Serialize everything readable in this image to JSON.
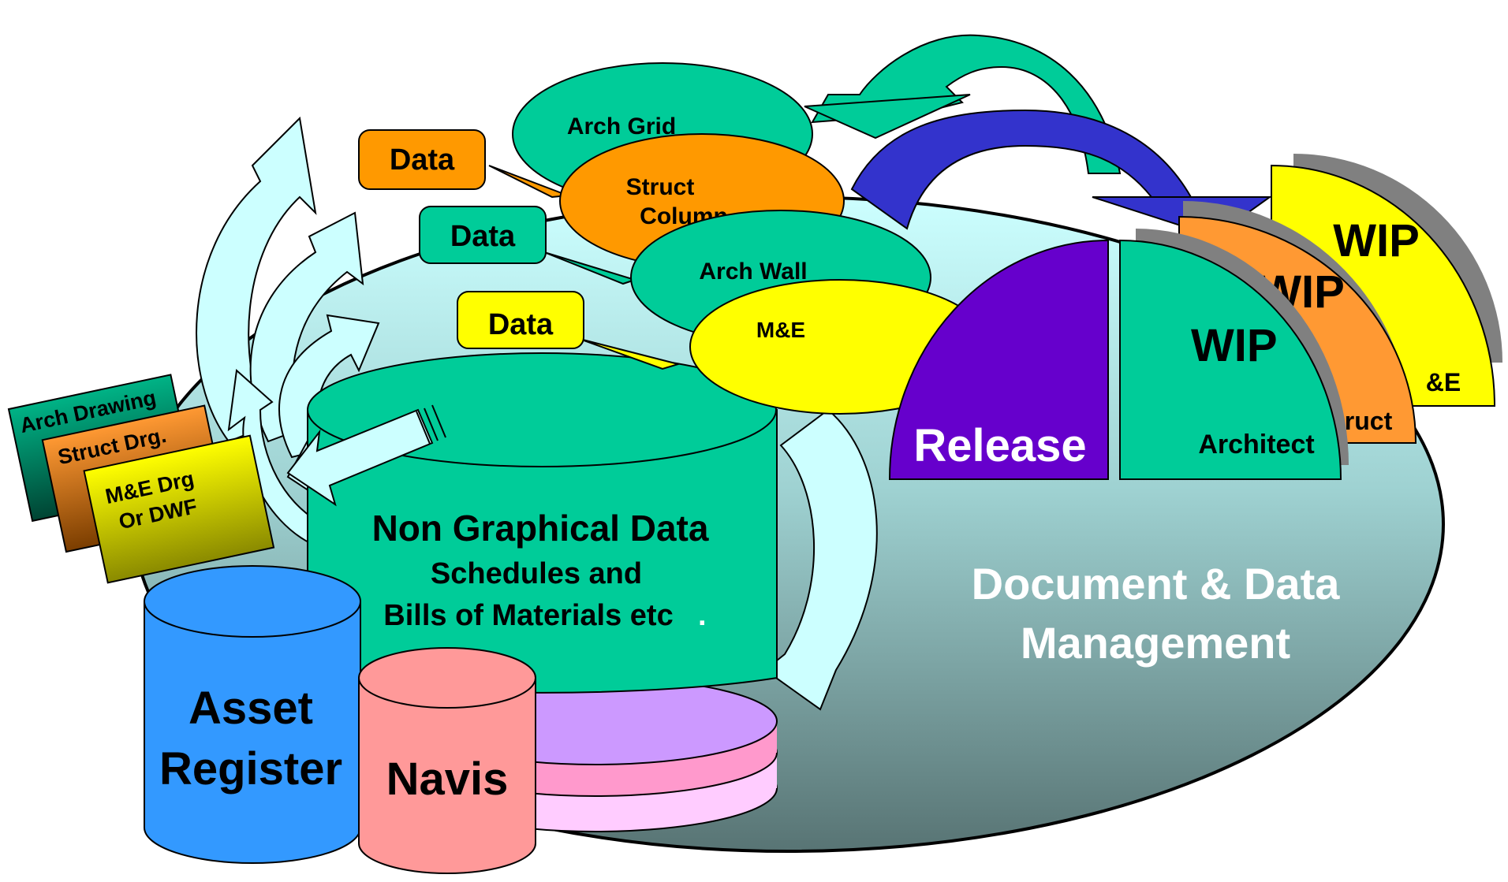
{
  "labels": {
    "arch_grid": "Arch Grid",
    "struct_column_line1": "Struct",
    "struct_column_line2": "Column",
    "arch_wall": "Arch Wall",
    "mande_layer": "M&E",
    "data_1": "Data",
    "data_2": "Data",
    "data_3": "Data",
    "arch_drawing": "Arch Drawing",
    "struct_drg": "Struct Drg.",
    "mande_drg_line1": "M&E Drg",
    "mande_drg_line2": "Or DWF",
    "ngd_title": "Non Graphical Data",
    "ngd_line2": "Schedules and",
    "ngd_line3": "Bills of Materials etc",
    "ngd_dot": ".",
    "asset_line1": "Asset",
    "asset_line2": "Register",
    "navis": "Navis",
    "release": "Release",
    "wip_architect": "WIP",
    "architect": "Architect",
    "wip_struct": "WIP",
    "struct": "ruct",
    "wip_mande": "WIP",
    "mande": "&E",
    "ddm_line1": "Document & Data",
    "ddm_line2": "Management"
  },
  "colors": {
    "teal": "#00CC99",
    "orange": "#FF9900",
    "yellow": "#FFFF00",
    "purple": "#6600CC",
    "navy": "#3333CC",
    "blue": "#3399FF",
    "salmon": "#FF9999",
    "lilac": "#CC99FF",
    "pink": "#FF99CC",
    "light_pink": "#FFCCFF",
    "light_cyan": "#CCFFFF",
    "white": "#FFFFFF",
    "black": "#000000"
  }
}
